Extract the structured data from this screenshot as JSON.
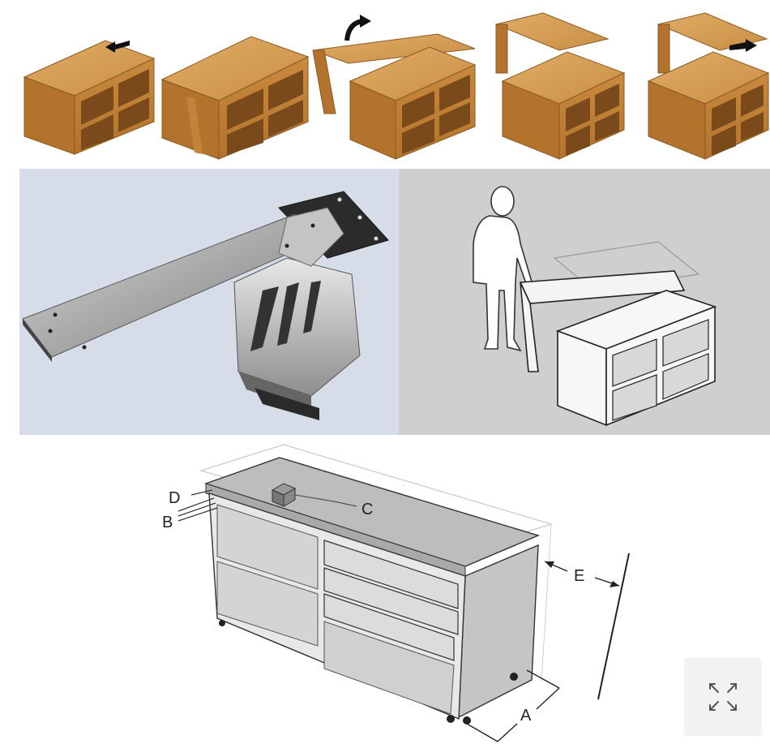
{
  "top_strip": {
    "steps": [
      "step-1",
      "step-2",
      "step-3",
      "step-4",
      "step-5"
    ]
  },
  "dimension_labels": {
    "d": "D",
    "b": "B",
    "c": "C",
    "e": "E",
    "a": "A"
  },
  "icons": {
    "expand": "expand-arrows-icon",
    "arrow_left": "arrow-left-icon",
    "arrow_curved": "curved-arrow-icon",
    "arrow_right": "arrow-right-icon"
  },
  "colors": {
    "wood_top": "#d9a25a",
    "wood_front": "#c68a3f",
    "wood_side": "#a86c2a",
    "swivel_bg": "#d7dde8",
    "person_bg": "#cfcfcf",
    "cabinet_gray": "#bcbcbc"
  }
}
